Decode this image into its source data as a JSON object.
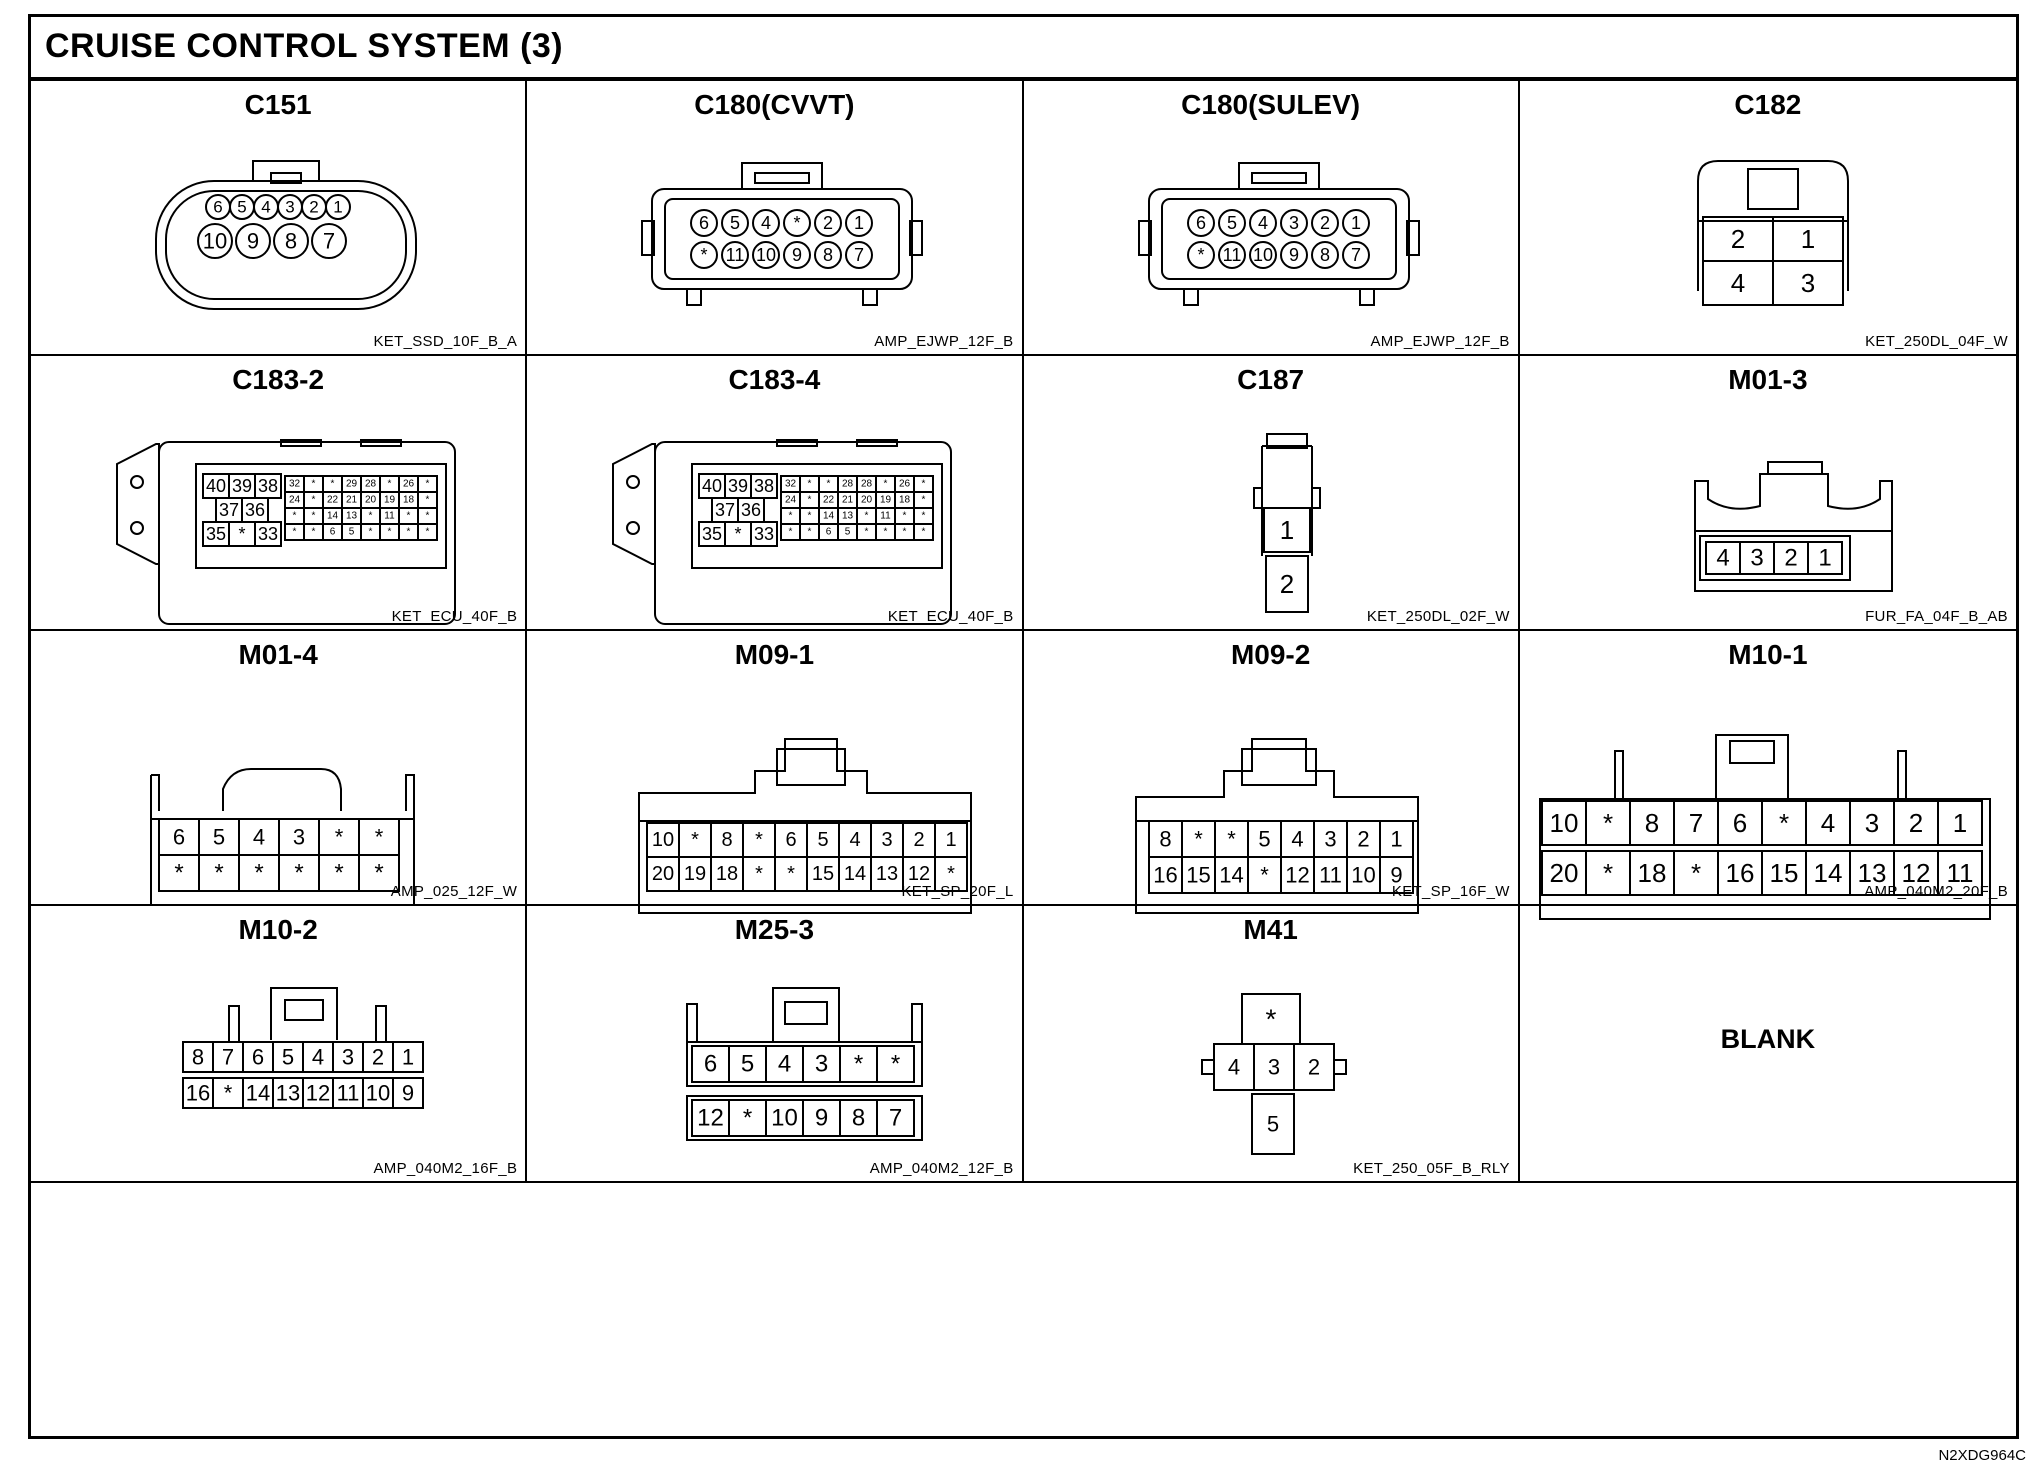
{
  "title": "CRUISE CONTROL SYSTEM (3)",
  "footer_id": "N2XDG964C",
  "connectors": [
    {
      "name": "C151",
      "code": "KET_SSD_10F_B_A",
      "type": "oval",
      "rows": [
        [
          "6",
          "5",
          "4",
          "3",
          "2",
          "1"
        ],
        [
          "10",
          "9",
          "8",
          "7"
        ]
      ]
    },
    {
      "name": "C180(CVVT)",
      "code": "AMP_EJWP_12F_B",
      "type": "rect12",
      "rows": [
        [
          "6",
          "5",
          "4",
          "*",
          "2",
          "1"
        ],
        [
          "*",
          "11",
          "10",
          "9",
          "8",
          "7"
        ]
      ]
    },
    {
      "name": "C180(SULEV)",
      "code": "AMP_EJWP_12F_B",
      "type": "rect12",
      "rows": [
        [
          "6",
          "5",
          "4",
          "3",
          "2",
          "1"
        ],
        [
          "*",
          "11",
          "10",
          "9",
          "8",
          "7"
        ]
      ]
    },
    {
      "name": "C182",
      "code": "KET_250DL_04F_W",
      "type": "sq4",
      "rows": [
        [
          "2",
          "1"
        ],
        [
          "4",
          "3"
        ]
      ]
    },
    {
      "name": "C183-2",
      "code": "KET_ECU_40F_B",
      "type": "ecu",
      "big": [
        [
          "40",
          "39",
          "38"
        ],
        [
          "37",
          "36"
        ],
        [
          "35",
          "*",
          "33"
        ]
      ],
      "small": [
        [
          "32",
          "*",
          "*",
          "29",
          "28",
          "*",
          "26",
          "*"
        ],
        [
          "24",
          "*",
          "22",
          "21",
          "20",
          "19",
          "18",
          "*"
        ],
        [
          "*",
          "*",
          "14",
          "13",
          "*",
          "11",
          "*",
          "*"
        ],
        [
          "*",
          "*",
          "6",
          "5",
          "*",
          "*",
          "*",
          "*"
        ]
      ]
    },
    {
      "name": "C183-4",
      "code": "KET_ECU_40F_B",
      "type": "ecu",
      "big": [
        [
          "40",
          "39",
          "38"
        ],
        [
          "37",
          "36"
        ],
        [
          "35",
          "*",
          "33"
        ]
      ],
      "small": [
        [
          "32",
          "*",
          "*",
          "28",
          "28",
          "*",
          "26",
          "*"
        ],
        [
          "24",
          "*",
          "22",
          "21",
          "20",
          "19",
          "18",
          "*"
        ],
        [
          "*",
          "*",
          "14",
          "13",
          "*",
          "11",
          "*",
          "*"
        ],
        [
          "*",
          "*",
          "6",
          "5",
          "*",
          "*",
          "*",
          "*"
        ]
      ]
    },
    {
      "name": "C187",
      "code": "KET_250DL_02F_W",
      "type": "two",
      "rows": [
        [
          "1"
        ],
        [
          "2"
        ]
      ]
    },
    {
      "name": "M01-3",
      "code": "FUR_FA_04F_B_AB",
      "type": "four",
      "rows": [
        [
          "4",
          "3",
          "2",
          "1"
        ]
      ]
    },
    {
      "name": "M01-4",
      "code": "AMP_025_12F_W",
      "type": "m014",
      "rows": [
        [
          "6",
          "5",
          "4",
          "3",
          "*",
          "*"
        ],
        [
          "*",
          "*",
          "*",
          "*",
          "*",
          "*"
        ]
      ]
    },
    {
      "name": "M09-1",
      "code": "KET_SP_20F_L",
      "type": "m091",
      "rows": [
        [
          "10",
          "*",
          "8",
          "*",
          "6",
          "5",
          "4",
          "3",
          "2",
          "1"
        ],
        [
          "20",
          "19",
          "18",
          "*",
          "*",
          "15",
          "14",
          "13",
          "12",
          "*"
        ]
      ]
    },
    {
      "name": "M09-2",
      "code": "KET_SP_16F_W",
      "type": "m092",
      "rows": [
        [
          "8",
          "*",
          "*",
          "5",
          "4",
          "3",
          "2",
          "1"
        ],
        [
          "16",
          "15",
          "14",
          "*",
          "12",
          "11",
          "10",
          "9"
        ]
      ]
    },
    {
      "name": "M10-1",
      "code": "AMP_040M2_20F_B",
      "type": "m101",
      "rows": [
        [
          "10",
          "*",
          "8",
          "7",
          "6",
          "*",
          "4",
          "3",
          "2",
          "1"
        ],
        [
          "20",
          "*",
          "18",
          "*",
          "16",
          "15",
          "14",
          "13",
          "12",
          "11"
        ]
      ]
    },
    {
      "name": "M10-2",
      "code": "AMP_040M2_16F_B",
      "type": "m102",
      "rows": [
        [
          "8",
          "7",
          "6",
          "5",
          "4",
          "3",
          "2",
          "1"
        ],
        [
          "16",
          "*",
          "14",
          "13",
          "12",
          "11",
          "10",
          "9"
        ]
      ]
    },
    {
      "name": "M25-3",
      "code": "AMP_040M2_12F_B",
      "type": "m253",
      "rows": [
        [
          "6",
          "5",
          "4",
          "3",
          "*",
          "*"
        ],
        [
          "12",
          "*",
          "10",
          "9",
          "8",
          "7"
        ]
      ]
    },
    {
      "name": "M41",
      "code": "KET_250_05F_B_RLY",
      "type": "relay",
      "rows": [
        [
          "*"
        ],
        [
          "4",
          "3",
          "2"
        ],
        [
          "5"
        ]
      ]
    },
    {
      "name": "",
      "code": "",
      "type": "blank",
      "blank_label": "BLANK"
    }
  ]
}
